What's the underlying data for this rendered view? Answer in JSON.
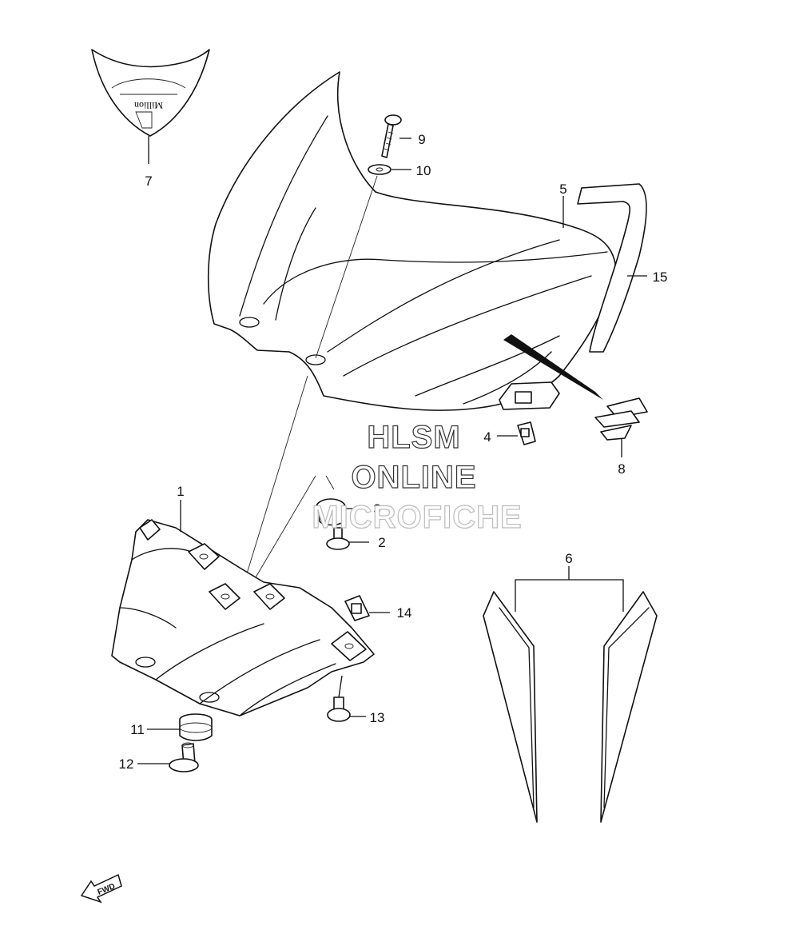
{
  "callouts": {
    "c1": "1",
    "c2": "2",
    "c3": "3",
    "c4": "4",
    "c5": "5",
    "c6": "6",
    "c7": "7",
    "c8": "8",
    "c9": "9",
    "c10": "10",
    "c11": "11",
    "c12": "12",
    "c13": "13",
    "c14": "14",
    "c15": "15"
  },
  "watermark": {
    "line1": "HLSM",
    "line2": "ONLINE",
    "line3": "MICROFICHE"
  },
  "emblem_text": "Million",
  "direction_indicator": {
    "label": "FWD"
  },
  "colors": {
    "line": "#111111",
    "background": "#ffffff"
  }
}
